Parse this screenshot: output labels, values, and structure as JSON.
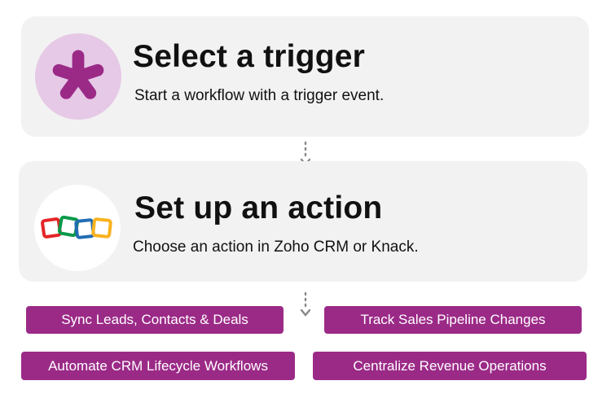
{
  "trigger": {
    "title": "Select a trigger",
    "subtitle": "Start a workflow with a trigger event.",
    "icon": "asterisk-icon",
    "icon_color": "#9b2a87",
    "circle_color": "#e6c9e6"
  },
  "action": {
    "title": "Set up an action",
    "subtitle": "Choose an action in Zoho CRM or Knack.",
    "icon": "zoho-logo-icon"
  },
  "use_cases": [
    "Sync Leads, Contacts & Deals",
    "Track Sales Pipeline Changes",
    "Automate CRM Lifecycle Workflows",
    "Centralize Revenue Operations"
  ],
  "colors": {
    "accent": "#9b2a87",
    "card_bg": "#f2f2f2",
    "text": "#111111"
  }
}
